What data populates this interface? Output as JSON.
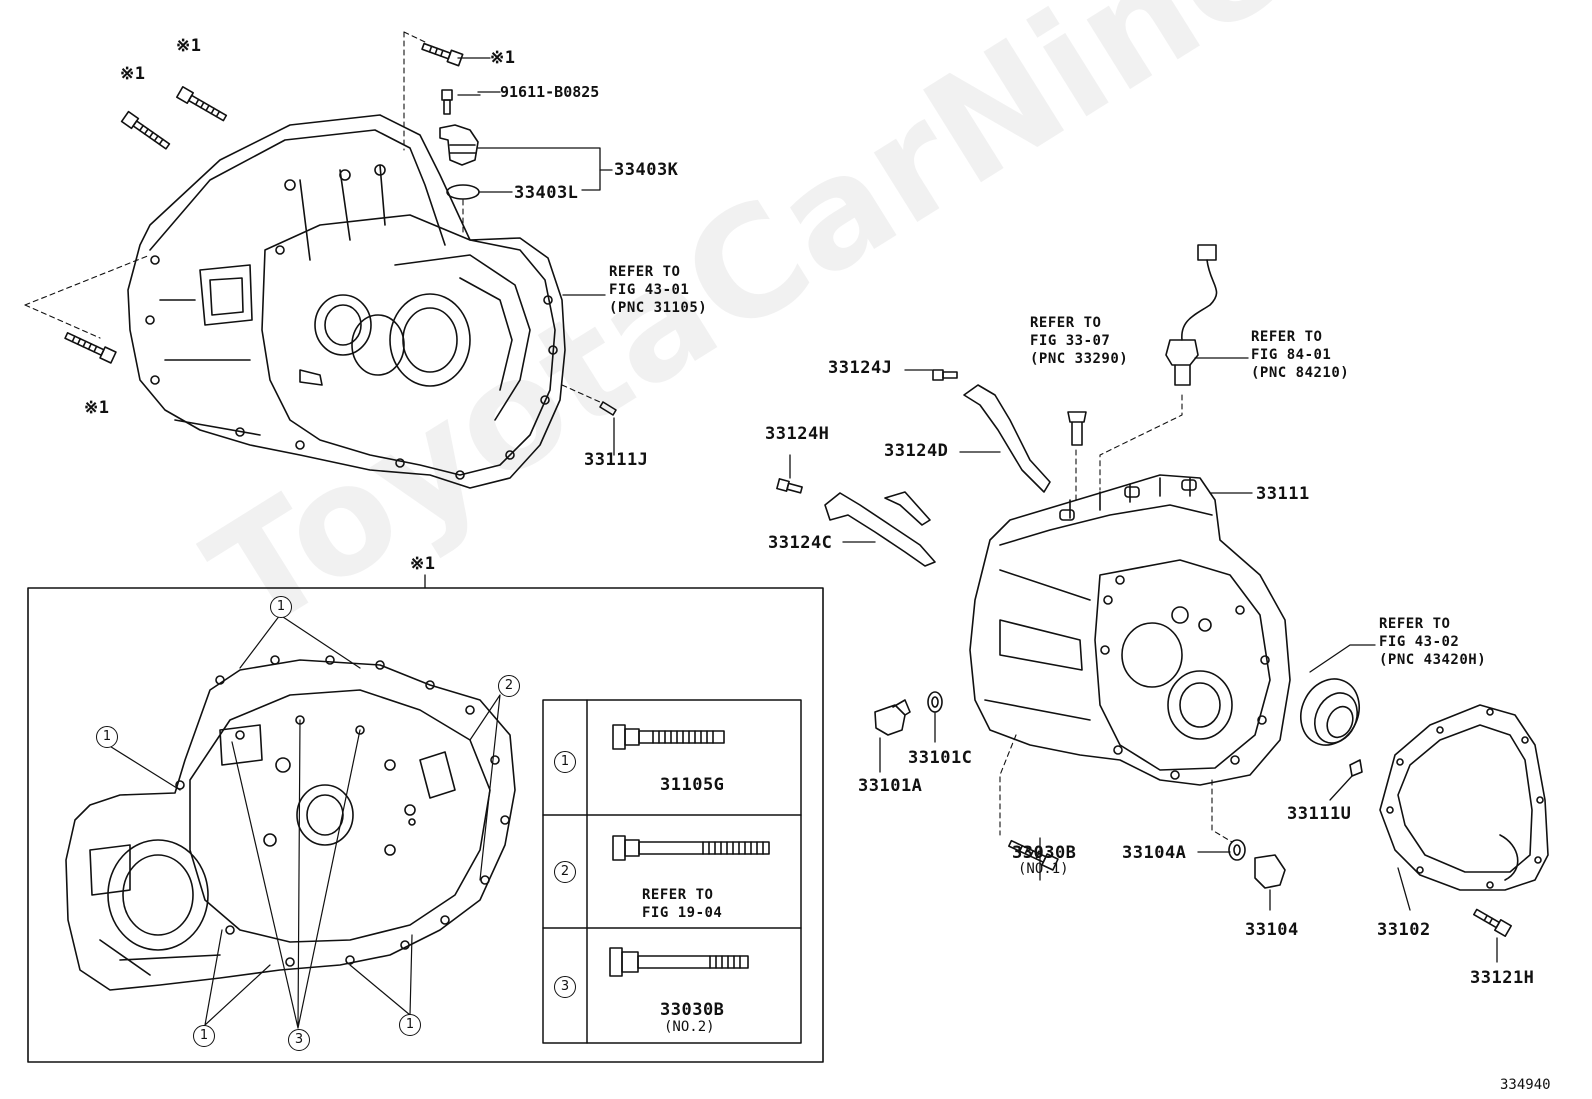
{
  "watermark": "ToyotaCarNine.ru",
  "mark": "※1",
  "figure_number": "334940",
  "callouts": {
    "c91611": "91611-B0825",
    "c33403K": "33403K",
    "c33403L": "33403L",
    "c33111J": "33111J",
    "c33124J": "33124J",
    "c33124H": "33124H",
    "c33124D": "33124D",
    "c33124C": "33124C",
    "c33111": "33111",
    "c33101A": "33101A",
    "c33101C": "33101C",
    "c33030B": "33030B",
    "c33030B_note": "(NO.1)",
    "c33104A": "33104A",
    "c33104": "33104",
    "c33111U": "33111U",
    "c33102": "33102",
    "c33121H": "33121H"
  },
  "refs": [
    {
      "l1": "REFER TO",
      "l2": "FIG 43-01",
      "l3": "(PNC 31105)"
    },
    {
      "l1": "REFER TO",
      "l2": "FIG 33-07",
      "l3": "(PNC 33290)"
    },
    {
      "l1": "REFER TO",
      "l2": "FIG 84-01",
      "l3": "(PNC 84210)"
    },
    {
      "l1": "REFER TO",
      "l2": "FIG 43-02",
      "l3": "(PNC 43420H)"
    }
  ],
  "inset": {
    "marker": "※1",
    "table": [
      {
        "key": "1",
        "part": "31105G",
        "note": ""
      },
      {
        "key": "2",
        "part": "REFER TO",
        "note": "FIG 19-04"
      },
      {
        "key": "3",
        "part": "33030B",
        "note": "(NO.2)"
      }
    ],
    "bubbles": [
      "1",
      "2",
      "1",
      "1",
      "3",
      "1"
    ]
  }
}
